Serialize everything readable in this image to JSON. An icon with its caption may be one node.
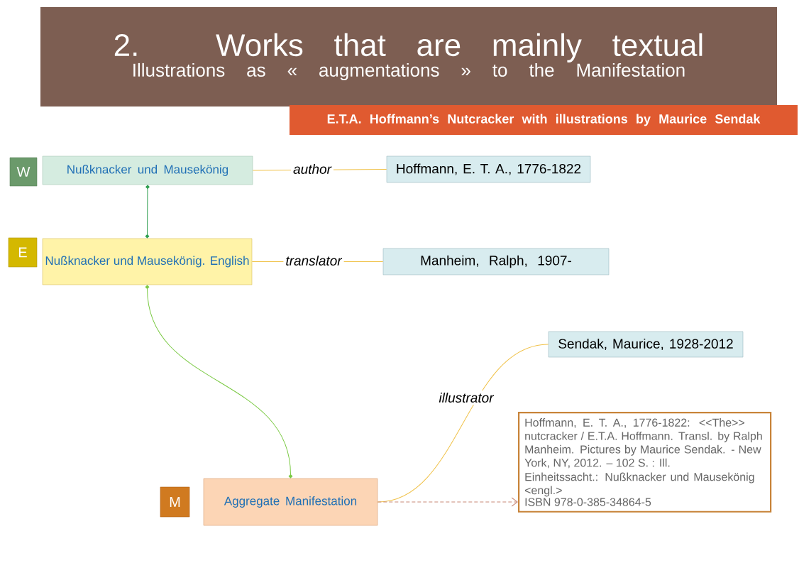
{
  "diagram": {
    "nodes": [
      {
        "text": [
          "2. Works that are mainly textual",
          "Illustrations as « augmentations » to the Manifestation"
        ]
      },
      {
        "text": [
          "E.T.A. Hoffmann’s Nutcracker  with illustrations by Maurice Sendak"
        ]
      },
      {
        "text": [
          "W"
        ]
      },
      {
        "text": [
          "Nußknacker und Mausekönig"
        ]
      },
      {
        "text": [
          "Hoffmann, E. T. A., 1776-1822"
        ]
      },
      {
        "text": [
          "E"
        ]
      },
      {
        "text": [
          "Nußknacker und Mausekönig. English"
        ]
      },
      {
        "text": [
          "Manheim, Ralph, 1907-"
        ]
      },
      {
        "text": [
          "Sendak, Maurice, 1928-2012"
        ]
      },
      {
        "text": [
          "Hoffmann, E. T. A., 1776-1822: <<The>> nutcracker / E.T.A. Hoffmann. Transl. by Ralph Manheim. Pictures by Maurice Sendak. - New York, NY, 2012. – 102 S. : Ill.",
          "Einheitssacht.: Nußknacker und Mausekönig <engl.>",
          "ISBN 978-0-385-34864-5"
        ]
      },
      {
        "text": [
          "M"
        ]
      },
      {
        "text": [
          "Aggregate Manifestation"
        ]
      }
    ],
    "edges": [
      {
        "from": 3,
        "to": 4,
        "arrow": "none",
        "label": "author"
      },
      {
        "from": 3,
        "to": 6,
        "arrow": "other",
        "color": "#2e9e4f"
      },
      {
        "from": 6,
        "to": 7,
        "arrow": "none",
        "label": "translator"
      },
      {
        "from": 6,
        "to": 11,
        "arrow": "other",
        "color": "#7ac943"
      },
      {
        "from": 11,
        "to": 8,
        "arrow": "none",
        "label": "illustrator"
      },
      {
        "from": 11,
        "to": 9,
        "arrow": "to",
        "style": "dashed",
        "color": "#c98a78"
      }
    ]
  }
}
